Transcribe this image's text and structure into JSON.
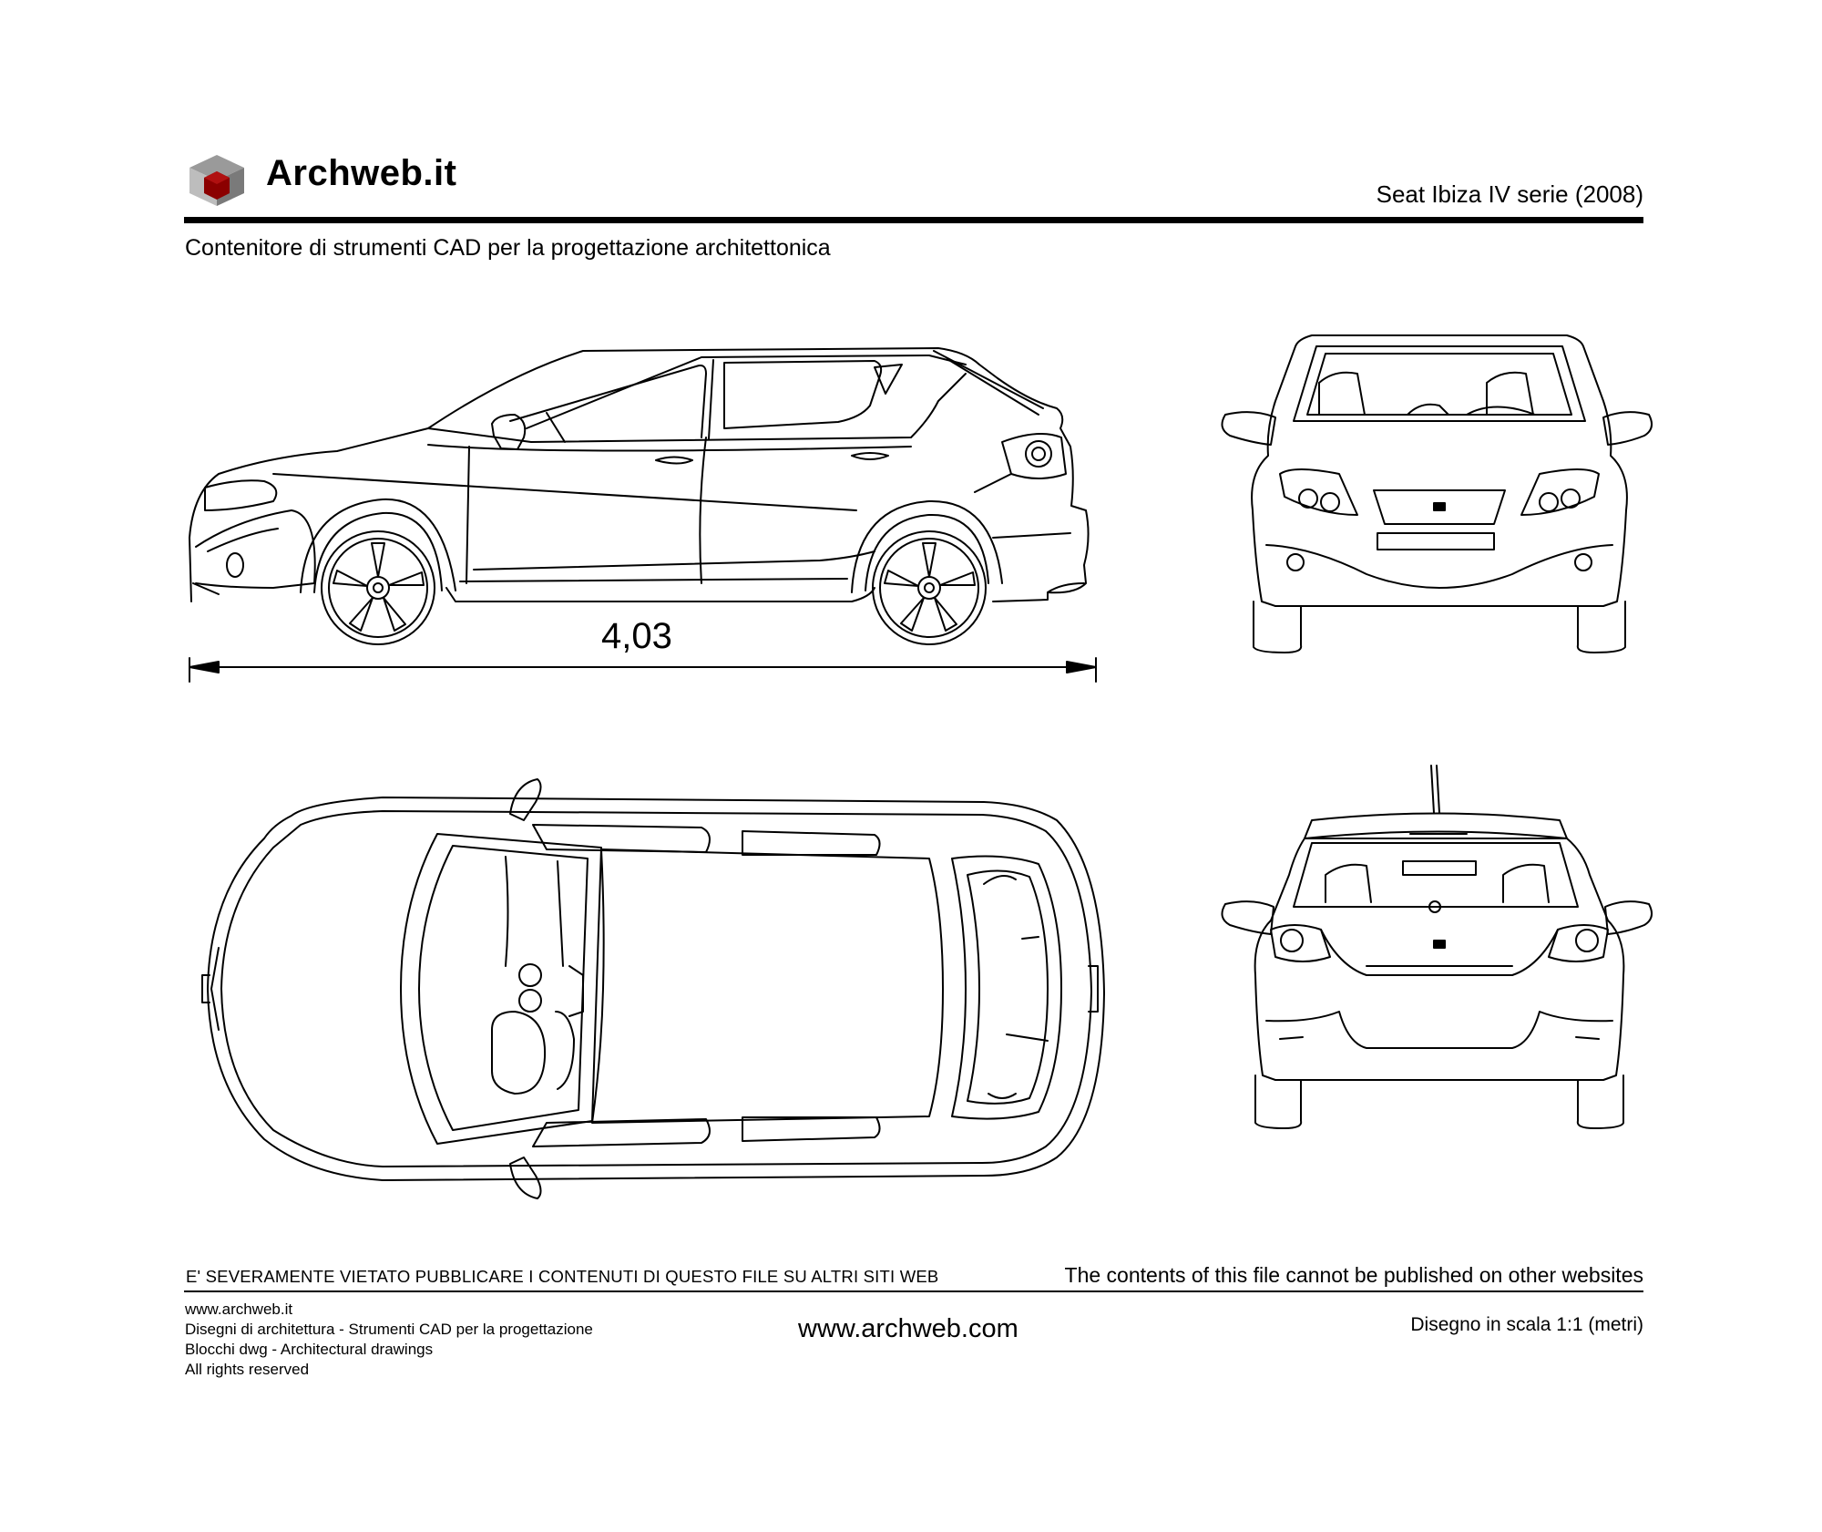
{
  "header": {
    "brand": "Archweb.it",
    "drawing_title": "Seat Ibiza IV serie (2008)",
    "subtitle": "Contenitore di strumenti CAD per la progettazione architettonica"
  },
  "dimension": {
    "length_label": "4,03"
  },
  "notice": {
    "italian": "E' SEVERAMENTE VIETATO PUBBLICARE I CONTENUTI DI QUESTO FILE SU ALTRI SITI WEB",
    "english": "The contents of this file cannot be published on other websites"
  },
  "footer": {
    "lines": [
      "www.archweb.it",
      "Disegni di architettura - Strumenti CAD  per la progettazione",
      "Blocchi dwg - Architectural drawings",
      "All rights reserved"
    ],
    "center_url": "www.archweb.com",
    "scale_note": "Disegno in scala 1:1 (metri)"
  },
  "colors": {
    "logo_top": "#9a9a9a",
    "logo_left": "#bdbdbd",
    "logo_right": "#7a7a7a",
    "logo_core": "#8b0000"
  },
  "icons": [
    "cube-logo-icon"
  ]
}
